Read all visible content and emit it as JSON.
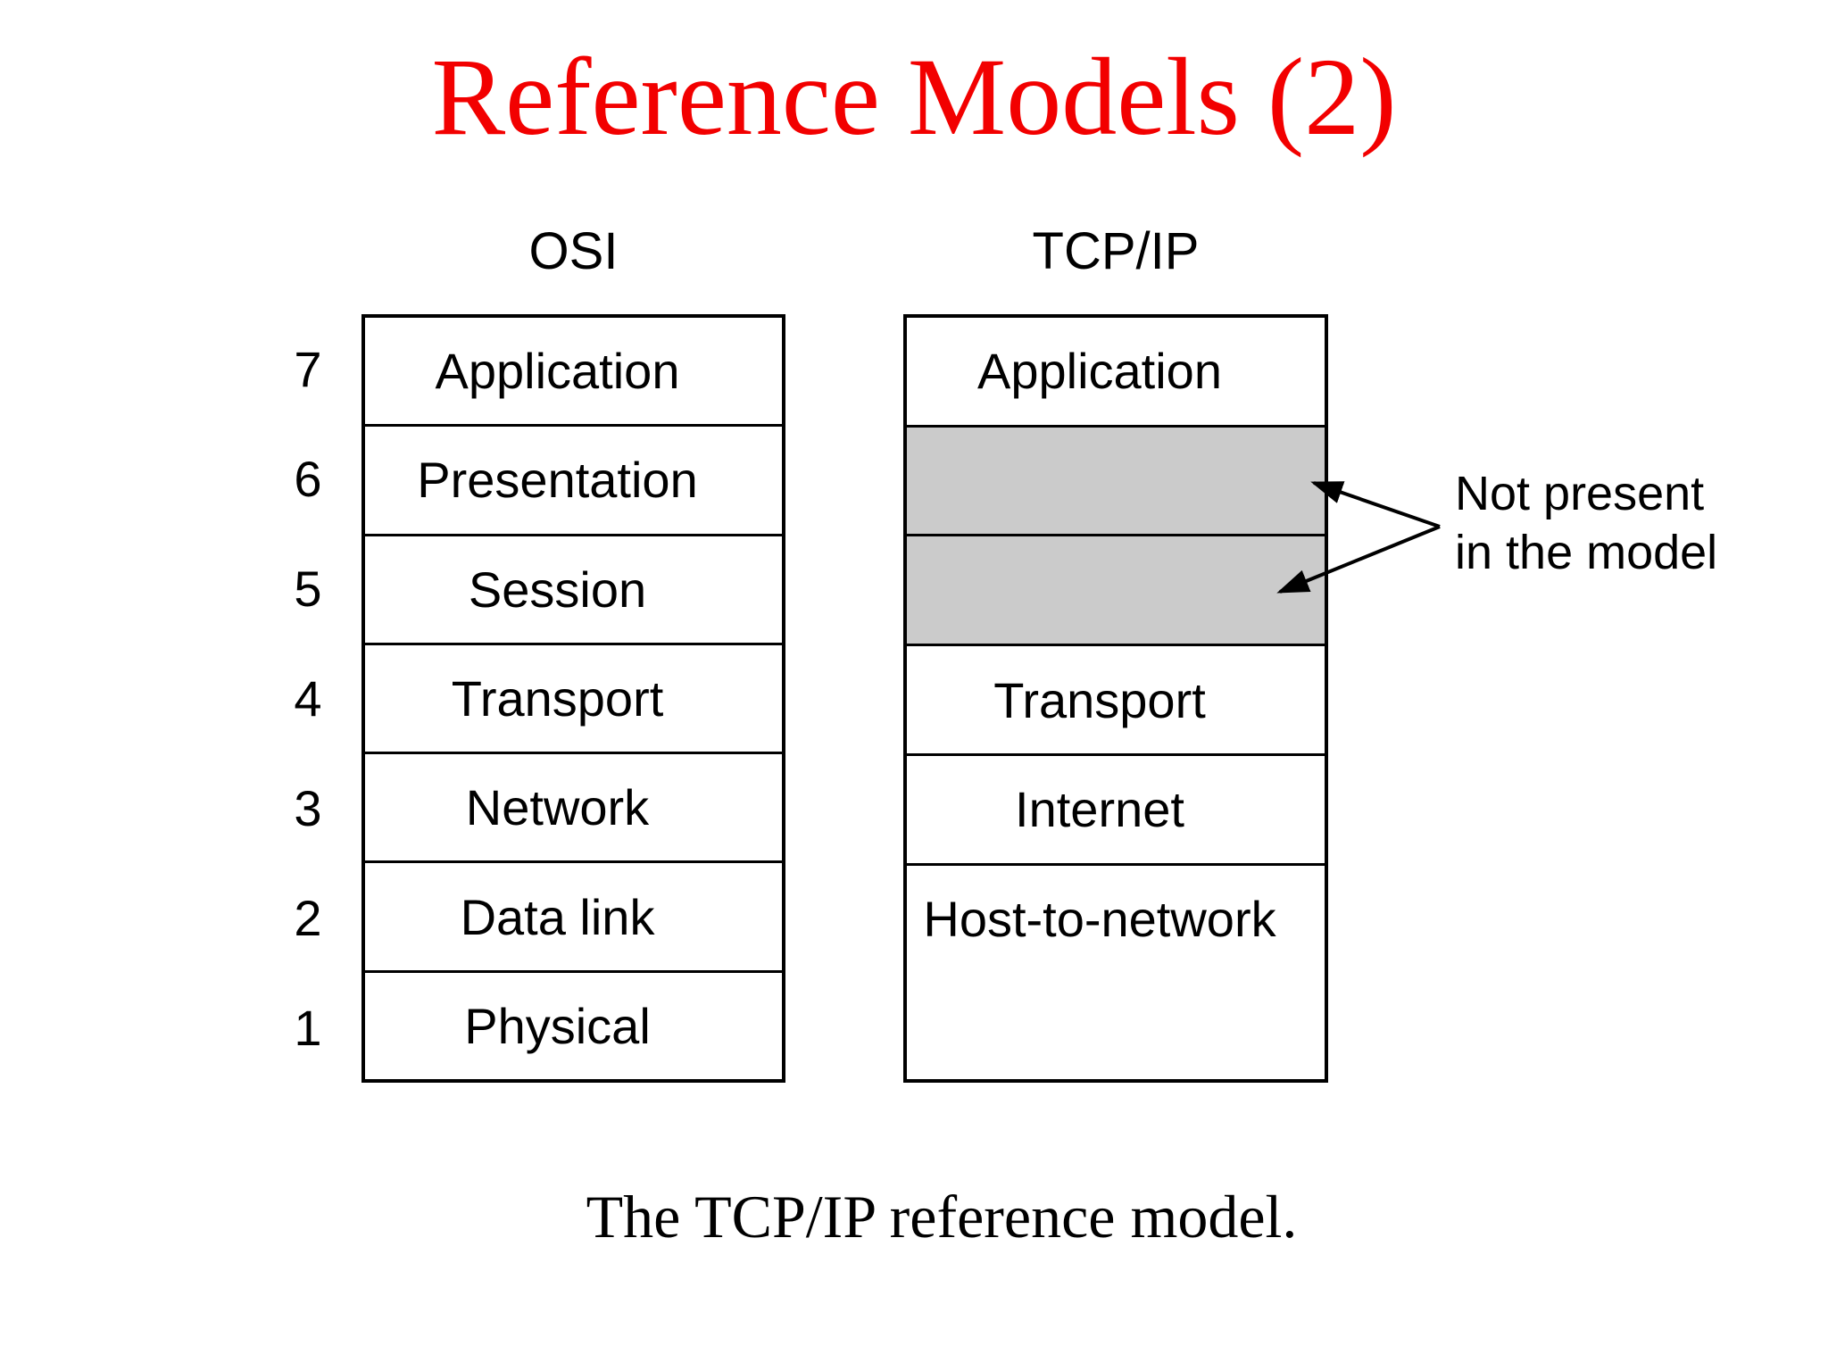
{
  "title": {
    "text": "Reference Models (2)",
    "color": "#f20000"
  },
  "diagram": {
    "osi": {
      "header": "OSI",
      "layers": [
        {
          "number": "7",
          "label": "Application"
        },
        {
          "number": "6",
          "label": "Presentation"
        },
        {
          "number": "5",
          "label": "Session"
        },
        {
          "number": "4",
          "label": "Transport"
        },
        {
          "number": "3",
          "label": "Network"
        },
        {
          "number": "2",
          "label": "Data link"
        },
        {
          "number": "1",
          "label": "Physical"
        }
      ]
    },
    "tcpip": {
      "header": "TCP/IP",
      "layers": [
        {
          "label": "Application",
          "type": "normal"
        },
        {
          "label": "",
          "type": "absent"
        },
        {
          "label": "",
          "type": "absent"
        },
        {
          "label": "Transport",
          "type": "normal"
        },
        {
          "label": "Internet",
          "type": "normal"
        },
        {
          "label": "Host-to-network",
          "type": "normal-double-height"
        }
      ]
    },
    "annotation": {
      "line1": "Not present",
      "line2": "in the model"
    },
    "colors": {
      "absent_fill": "#cbcbcb",
      "line": "#000000",
      "title_red": "#f20000"
    }
  },
  "caption": "The TCP/IP reference model."
}
